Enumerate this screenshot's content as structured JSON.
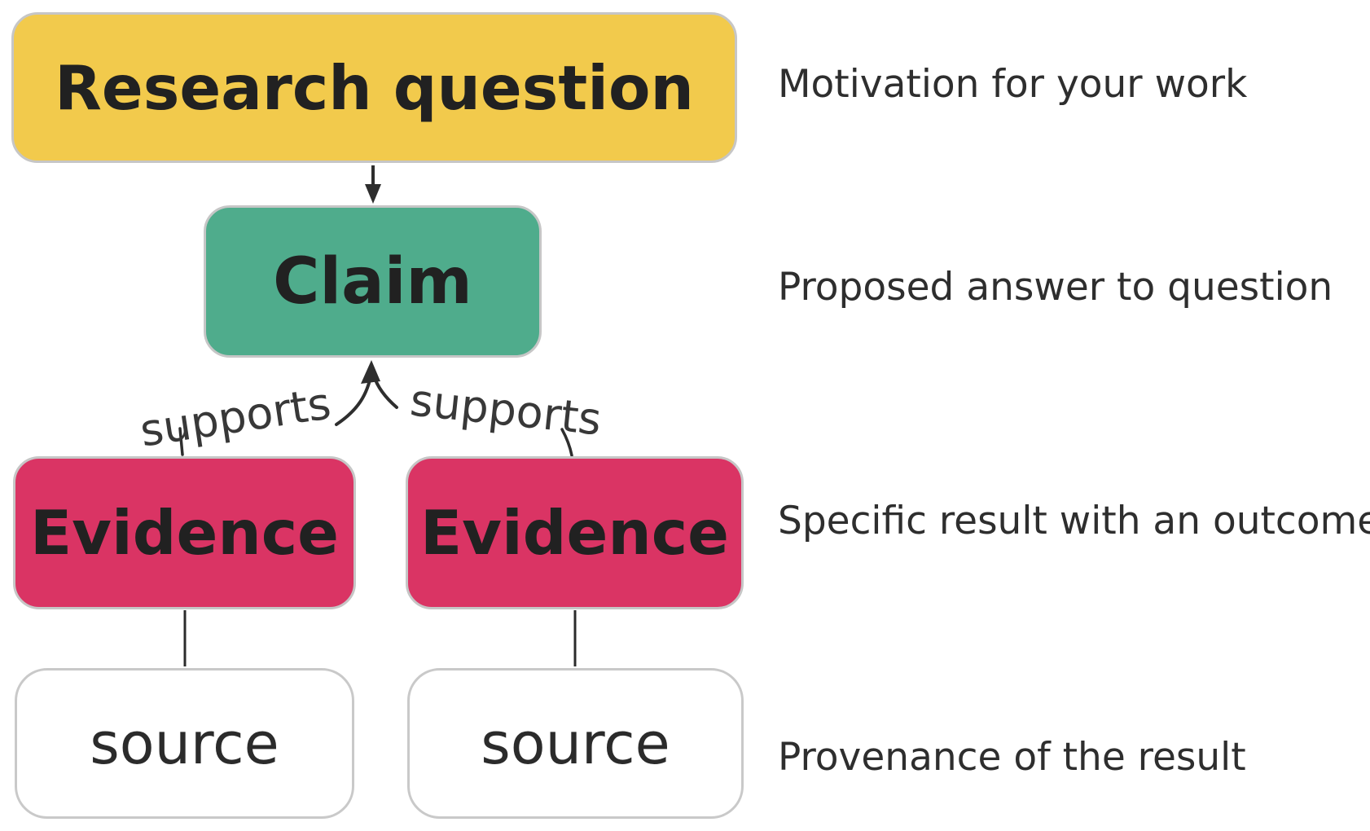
{
  "diagram": {
    "nodes": {
      "research_question": {
        "label": "Research question",
        "color": "#F2CA4C"
      },
      "claim": {
        "label": "Claim",
        "color": "#4FAC8C"
      },
      "evidence_left": {
        "label": "Evidence",
        "color": "#DA3464"
      },
      "evidence_right": {
        "label": "Evidence",
        "color": "#DA3464"
      },
      "source_left": {
        "label": "source",
        "color": "#FFFFFF"
      },
      "source_right": {
        "label": "source",
        "color": "#FFFFFF"
      }
    },
    "edge_labels": {
      "supports_left": {
        "label": "supports"
      },
      "supports_right": {
        "label": "supports"
      }
    },
    "annotations": {
      "motivation": {
        "text": "Motivation for your work"
      },
      "proposed": {
        "text": "Proposed answer to question"
      },
      "specific": {
        "text": "Specific result with an outcome"
      },
      "provenance": {
        "text": "Provenance of the result"
      }
    },
    "colors": {
      "node_border": "#c6c6c6",
      "arrow": "#2e2e2e",
      "label_text": "#212121",
      "annotation_text": "#2e2e2e",
      "background": "#ffffff"
    }
  }
}
